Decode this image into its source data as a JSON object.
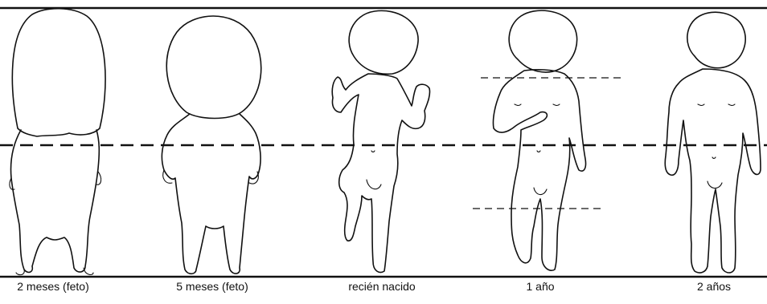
{
  "figures": [
    {
      "id": "fig-2-meses",
      "label": "2 meses (feto)"
    },
    {
      "id": "fig-5-meses",
      "label": "5 meses (feto)"
    },
    {
      "id": "fig-recien-nacido",
      "label": "recién nacido"
    },
    {
      "id": "fig-1-ano",
      "label": "1 año"
    },
    {
      "id": "fig-2-anos",
      "label": "2 años"
    }
  ],
  "colors": {
    "ink": "#111111",
    "background": "#ffffff"
  }
}
